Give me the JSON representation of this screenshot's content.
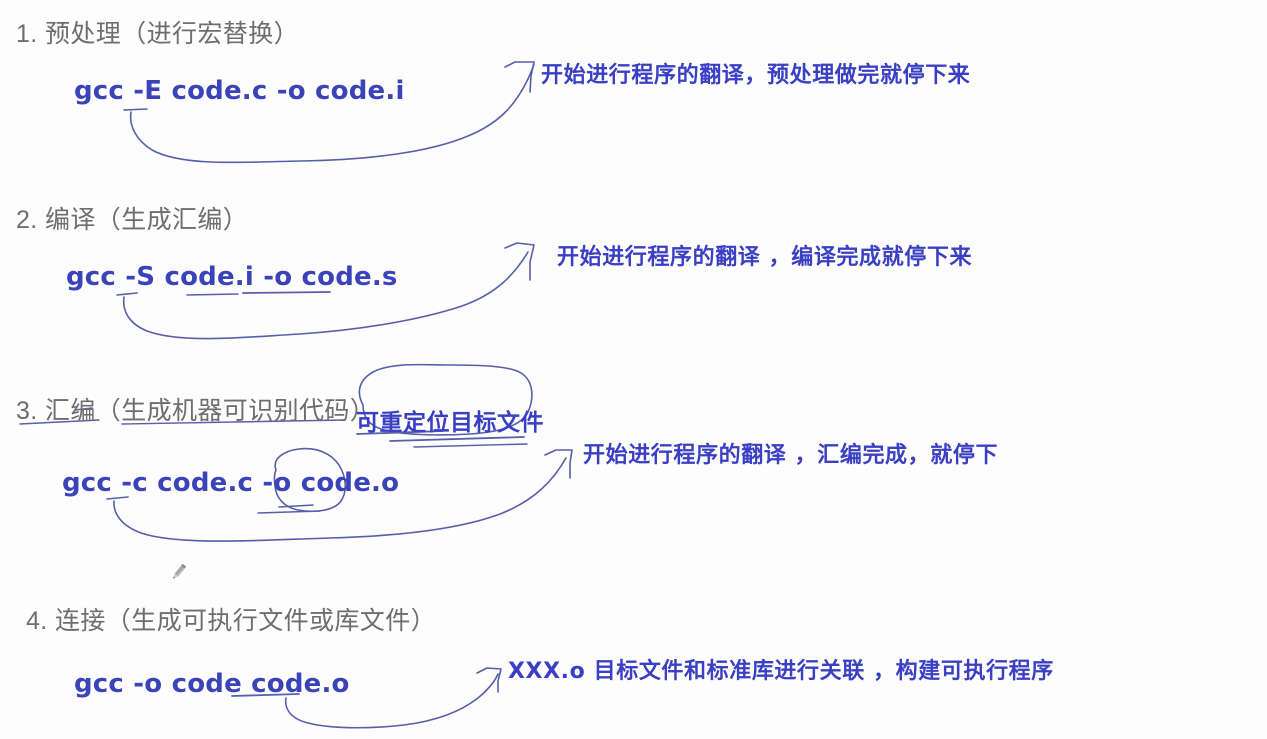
{
  "page": {
    "background_color": "#fdfdfd",
    "heading_color": "#6e6e6e",
    "command_color": "#3b43b8",
    "note_color": "#3a3fc4",
    "ink_color": "#5560a8"
  },
  "steps": [
    {
      "title": "1. 预处理（进行宏替换）",
      "command": "gcc -E code.c -o code.i",
      "note": "开始进行程序的翻译，预处理做完就停下来"
    },
    {
      "title": "2. 编译（生成汇编）",
      "command": "gcc -S code.i -o code.s",
      "note": "开始进行程序的翻译 ，编译完成就停下来"
    },
    {
      "title": "3. 汇编（生成机器可识别代码）",
      "command": "gcc -c code.c -o code.o",
      "note": "开始进行程序的翻译 ，汇编完成，就停下",
      "annotation": "可重定位目标文件"
    },
    {
      "title": "4. 连接（生成可执行文件或库文件）",
      "command": "gcc -o code code.o",
      "note": "XXX.o 目标文件和标准库进行关联 ，构建可执行程序"
    }
  ],
  "icons": {
    "pencil_cursor": "pencil-icon"
  }
}
